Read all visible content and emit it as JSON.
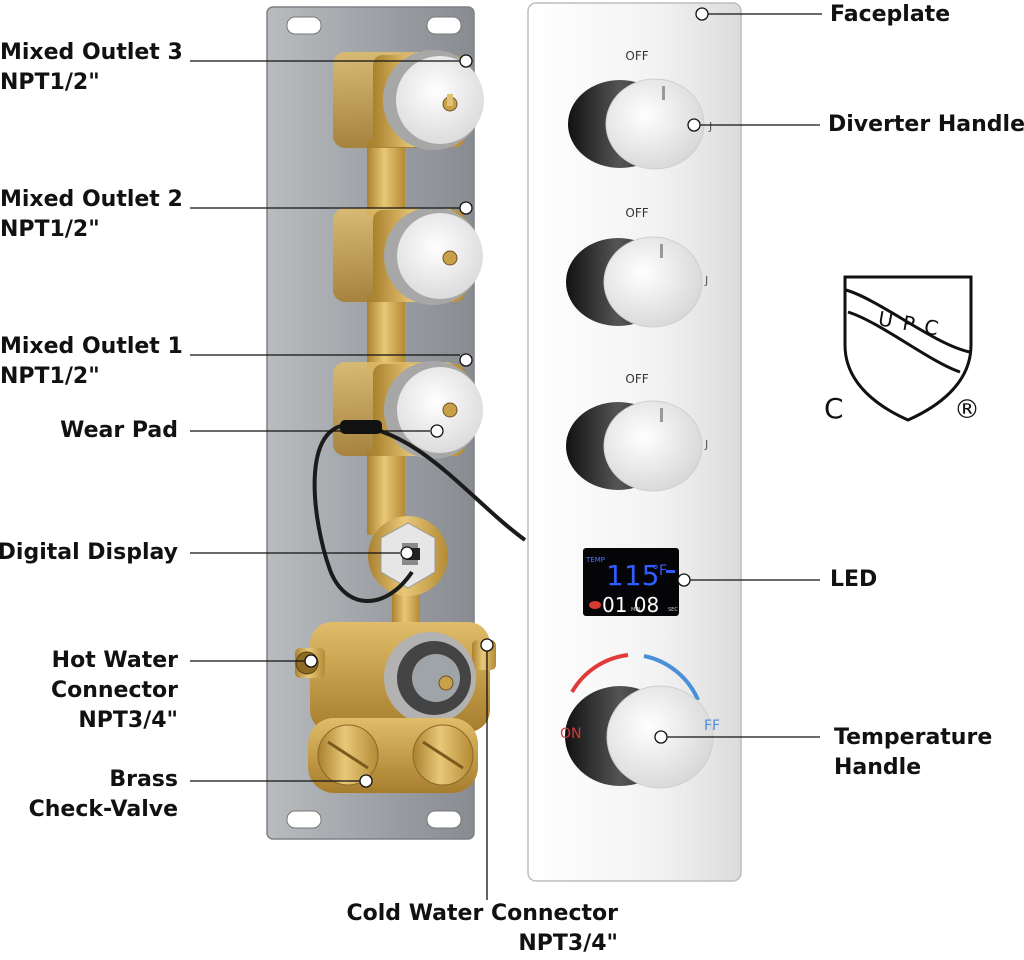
{
  "labels": {
    "mixed_outlet_3": [
      "Mixed Outlet 3",
      "NPT1/2\""
    ],
    "mixed_outlet_2": [
      "Mixed Outlet 2",
      "NPT1/2\""
    ],
    "mixed_outlet_1": [
      "Mixed Outlet 1",
      "NPT1/2\""
    ],
    "wear_pad": "Wear Pad",
    "digital_display": "Digital Display",
    "hot_water_connector": [
      "Hot Water",
      "Connector",
      "NPT3/4\""
    ],
    "brass_check_valve": [
      "Brass",
      "Check-Valve"
    ],
    "cold_water_connector": [
      "Cold Water Connector",
      "NPT3/4\""
    ],
    "faceplate": "Faceplate",
    "diverter_handle": "Diverter Handle",
    "led": "LED",
    "temperature_handle": [
      "Temperature",
      "Handle"
    ]
  },
  "faceplate": {
    "knob_off_labels": [
      "OFF",
      "OFF",
      "OFF"
    ],
    "temp_on_label": "ON",
    "temp_off_label": "FF"
  },
  "display": {
    "temp_tag": "TEMP",
    "temperature": "115",
    "unit": "°F",
    "time": "01 08",
    "min_label": "MIN",
    "sec_label": "SEC"
  },
  "badge": {
    "text": "UPC",
    "c_mark": "C",
    "registered": "®"
  },
  "colors": {
    "brass": "#c9a24e",
    "panel_gray": "#9a9ea2",
    "chrome": "#f2f2f2",
    "lcd_blue": "#2f5cff",
    "hot_red": "#e03a3a",
    "cold_blue": "#4a90d9"
  }
}
